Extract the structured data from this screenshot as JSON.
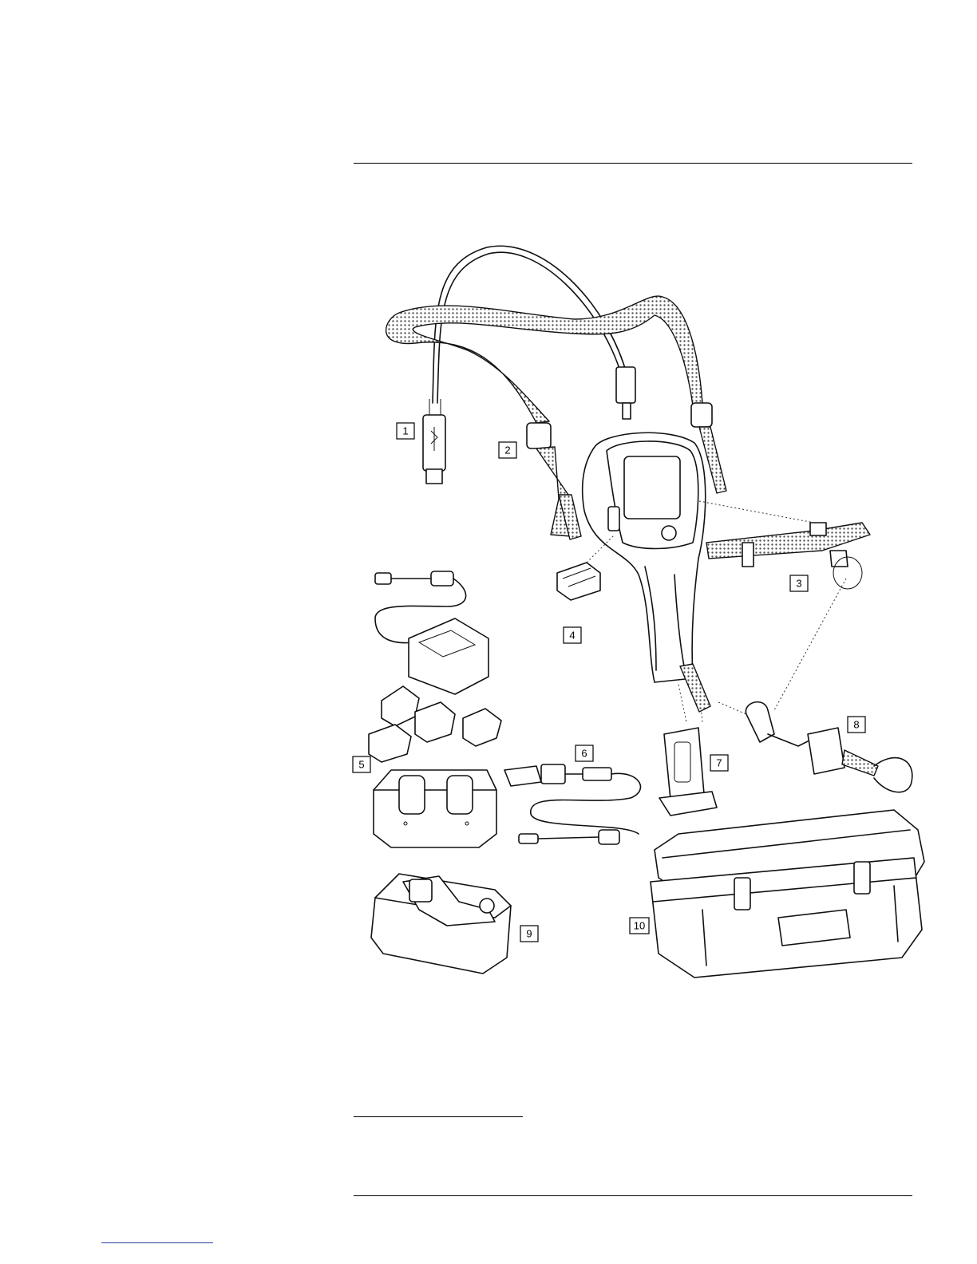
{
  "callouts": {
    "c1": "1",
    "c2": "2",
    "c3": "3",
    "c4": "4",
    "c5": "5",
    "c6": "6",
    "c7": "7",
    "c8": "8",
    "c9": "9",
    "c10": "10"
  },
  "colors": {
    "line": "#111111",
    "link": "#2a3f9e",
    "background": "#ffffff"
  }
}
